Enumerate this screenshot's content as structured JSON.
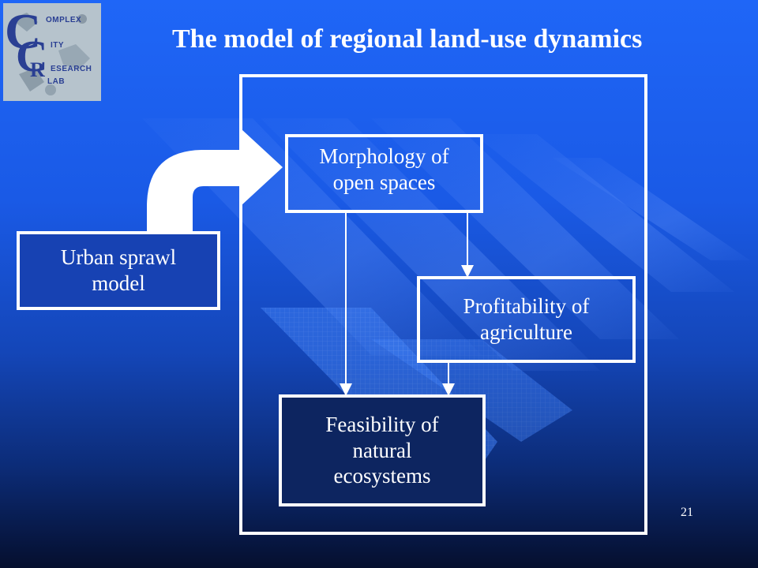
{
  "title": "The model of regional land-use dynamics",
  "logo": {
    "letter_c1": "C",
    "letter_c2": "C",
    "letter_r": "R",
    "line1": "OMPLEX",
    "line2": "ITY",
    "line3": "ESEARCH",
    "line4": "LAB"
  },
  "nodes": {
    "urban": {
      "line1": "Urban sprawl",
      "line2": "model"
    },
    "morphology": {
      "line1": "Morphology of",
      "line2": "open spaces"
    },
    "profitability": {
      "line1": "Profitability of",
      "line2": "agriculture"
    },
    "feasibility": {
      "line1": "Feasibility of",
      "line2": "natural",
      "line3": "ecosystems"
    }
  },
  "page_number": "21",
  "colors": {
    "background_top": "#1f66f7",
    "background_bottom": "#050f2e",
    "lines": "#ffffff"
  }
}
